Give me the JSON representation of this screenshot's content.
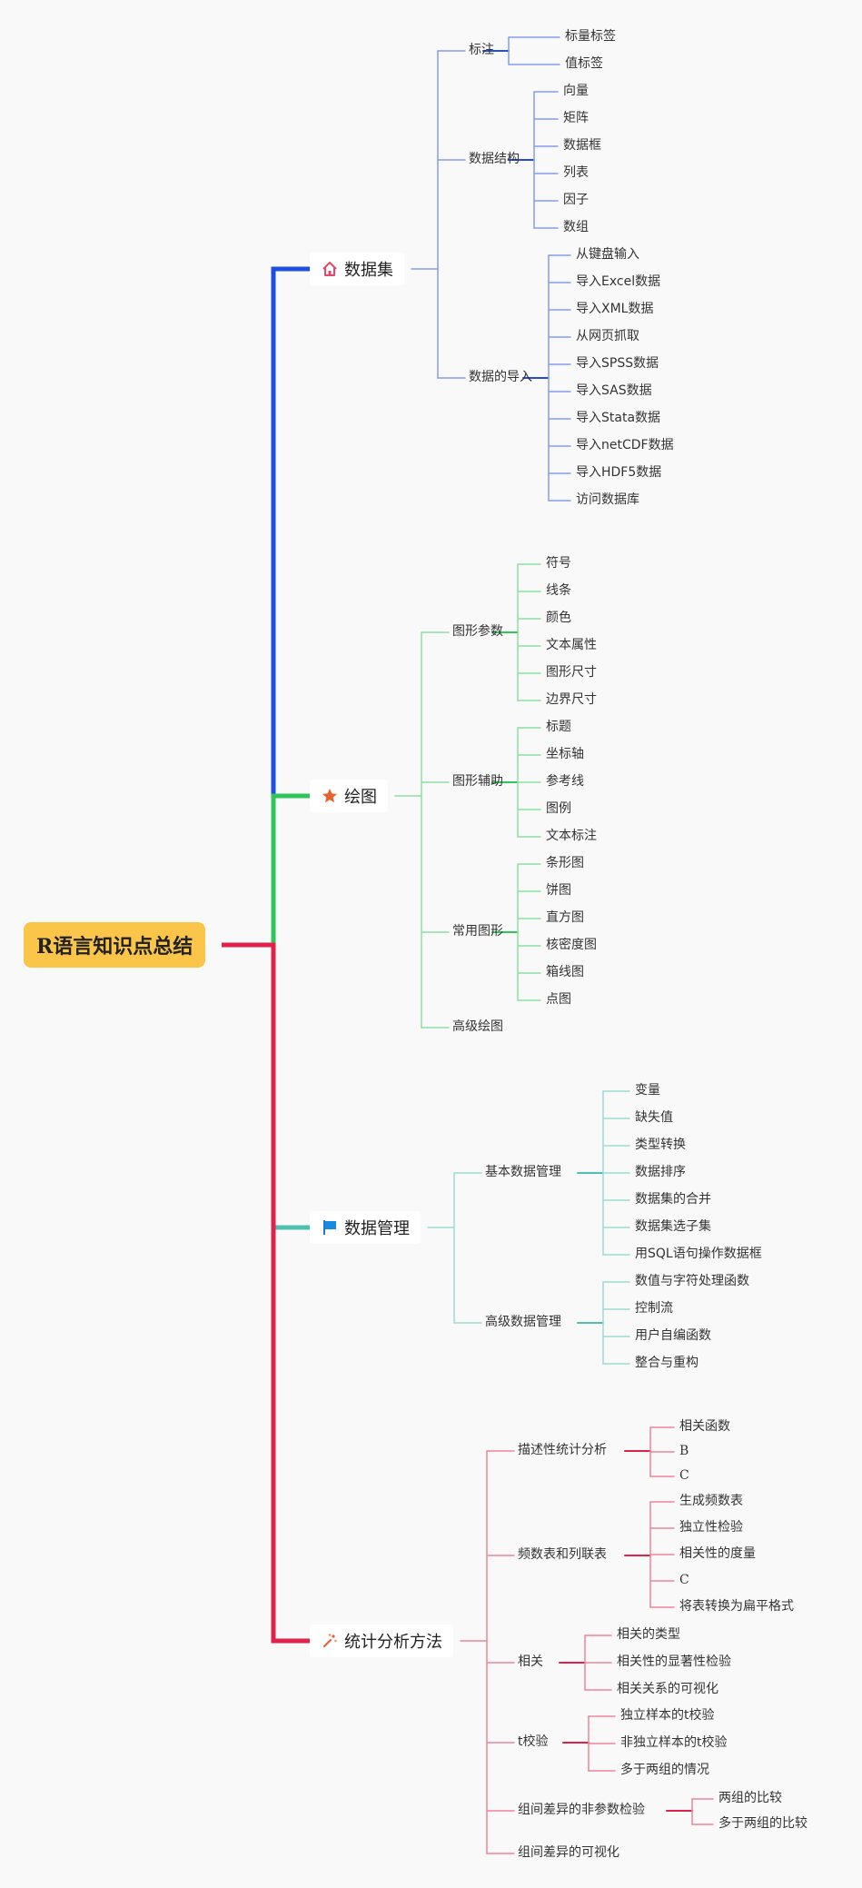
{
  "root": {
    "label": "R语言知识点总结"
  },
  "branches": [
    {
      "label": "数据集",
      "icon": "house-icon",
      "color": "#1f4fe0",
      "children": [
        {
          "label": "标注",
          "children": [
            {
              "label": "标量标签"
            },
            {
              "label": "值标签"
            }
          ]
        },
        {
          "label": "数据结构",
          "children": [
            {
              "label": "向量"
            },
            {
              "label": "矩阵"
            },
            {
              "label": "数据框"
            },
            {
              "label": "列表"
            },
            {
              "label": "因子"
            },
            {
              "label": "数组"
            }
          ]
        },
        {
          "label": "数据的导入",
          "children": [
            {
              "label": "从键盘输入"
            },
            {
              "label": "导入Excel数据"
            },
            {
              "label": "导入XML数据"
            },
            {
              "label": "从网页抓取"
            },
            {
              "label": "导入SPSS数据"
            },
            {
              "label": "导入SAS数据"
            },
            {
              "label": "导入Stata数据"
            },
            {
              "label": "导入netCDF数据"
            },
            {
              "label": "导入HDF5数据"
            },
            {
              "label": "访问数据库"
            }
          ]
        }
      ]
    },
    {
      "label": "绘图",
      "icon": "star-icon",
      "color": "#2ec55a",
      "children": [
        {
          "label": "图形参数",
          "children": [
            {
              "label": "符号"
            },
            {
              "label": "线条"
            },
            {
              "label": "颜色"
            },
            {
              "label": "文本属性"
            },
            {
              "label": "图形尺寸"
            },
            {
              "label": "边界尺寸"
            }
          ]
        },
        {
          "label": "图形辅助",
          "children": [
            {
              "label": "标题"
            },
            {
              "label": "坐标轴"
            },
            {
              "label": "参考线"
            },
            {
              "label": "图例"
            },
            {
              "label": "文本标注"
            }
          ]
        },
        {
          "label": "常用图形",
          "children": [
            {
              "label": "条形图"
            },
            {
              "label": "饼图"
            },
            {
              "label": "直方图"
            },
            {
              "label": "核密度图"
            },
            {
              "label": "箱线图"
            },
            {
              "label": "点图"
            }
          ]
        },
        {
          "label": "高级绘图",
          "children": []
        }
      ]
    },
    {
      "label": "数据管理",
      "icon": "flag-icon",
      "color": "#4fbfb3",
      "children": [
        {
          "label": "基本数据管理",
          "children": [
            {
              "label": "变量"
            },
            {
              "label": "缺失值"
            },
            {
              "label": "类型转换"
            },
            {
              "label": "数据排序"
            },
            {
              "label": "数据集的合并"
            },
            {
              "label": "数据集选子集"
            },
            {
              "label": "用SQL语句操作数据框"
            }
          ]
        },
        {
          "label": "高级数据管理",
          "children": [
            {
              "label": "数值与字符处理函数"
            },
            {
              "label": "控制流"
            },
            {
              "label": "用户自编函数"
            },
            {
              "label": "整合与重构"
            }
          ]
        }
      ]
    },
    {
      "label": "统计分析方法",
      "icon": "sparkle-icon",
      "color": "#e0224a",
      "children": [
        {
          "label": "描述性统计分析",
          "children": [
            {
              "label": "相关函数"
            },
            {
              "label": "B"
            },
            {
              "label": "C"
            }
          ]
        },
        {
          "label": "频数表和列联表",
          "children": [
            {
              "label": "生成频数表"
            },
            {
              "label": "独立性检验"
            },
            {
              "label": "相关性的度量"
            },
            {
              "label": "C"
            },
            {
              "label": "将表转换为扁平格式"
            }
          ]
        },
        {
          "label": "相关",
          "children": [
            {
              "label": "相关的类型"
            },
            {
              "label": "相关性的显著性检验"
            },
            {
              "label": "相关关系的可视化"
            }
          ]
        },
        {
          "label": "t校验",
          "children": [
            {
              "label": "独立样本的t校验"
            },
            {
              "label": "非独立样本的t校验"
            },
            {
              "label": "多于两组的情况"
            }
          ]
        },
        {
          "label": "组间差异的非参数检验",
          "children": [
            {
              "label": "两组的比较"
            },
            {
              "label": "多于两组的比较"
            }
          ]
        },
        {
          "label": "组间差异的可视化",
          "children": []
        }
      ]
    }
  ]
}
